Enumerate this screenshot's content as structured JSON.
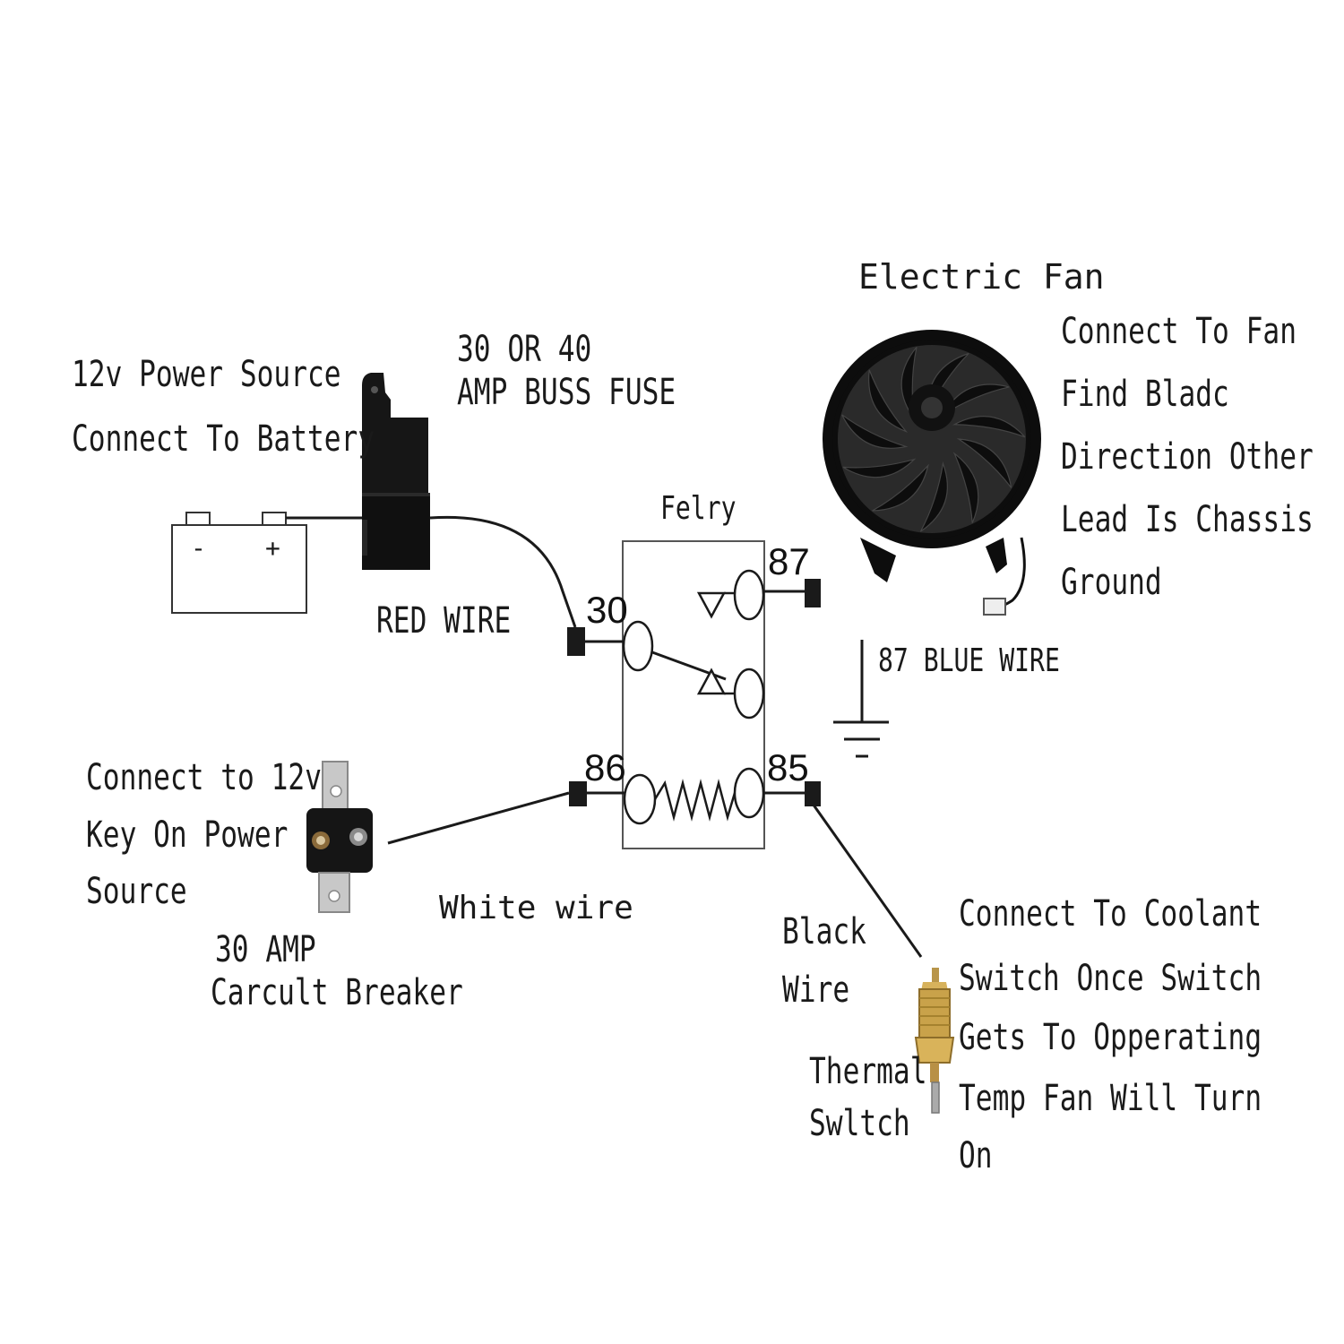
{
  "battery": {
    "title_line1": "12v Power Source",
    "title_line2": "Connect To Battery",
    "minus_symbol": "-",
    "plus_symbol": "+"
  },
  "fuse": {
    "line1": "30 OR 40",
    "line2": "AMP BUSS FUSE"
  },
  "red_wire_label": "RED WIRE",
  "relay": {
    "title": "Felry",
    "terminal_30": "30",
    "terminal_87": "87",
    "terminal_86": "86",
    "terminal_85": "85"
  },
  "fan": {
    "title": "Electric Fan",
    "note_line1": "Connect To Fan",
    "note_line2": "Find Bladc",
    "note_line3": "Direction Other",
    "note_line4": "Lead Is Chassis",
    "note_line5": "Ground"
  },
  "blue_wire_label": "87 BLUE WIRE",
  "breaker": {
    "source_line1": "Connect to 12v",
    "source_line2": "Key On Power",
    "source_line3": "Source",
    "label_line1": "30 AMP",
    "label_line2": "Carcult Breaker"
  },
  "white_wire_label": "White wire",
  "black_wire": {
    "line1": "Black",
    "line2": "Wire"
  },
  "thermal_switch": {
    "line1": "Thermal",
    "line2": "Swltch",
    "note_line1": "Connect To Coolant",
    "note_line2": "Switch Once Switch",
    "note_line3": "Gets To Opperating",
    "note_line4": "Temp Fan Will Turn",
    "note_line5": "On"
  },
  "colors": {
    "line": "#1a1a1a",
    "fan_body": "#0d0d0d",
    "brass": "#c9a24a",
    "breaker_body": "#151515",
    "breaker_tab": "#c8c8c8"
  }
}
